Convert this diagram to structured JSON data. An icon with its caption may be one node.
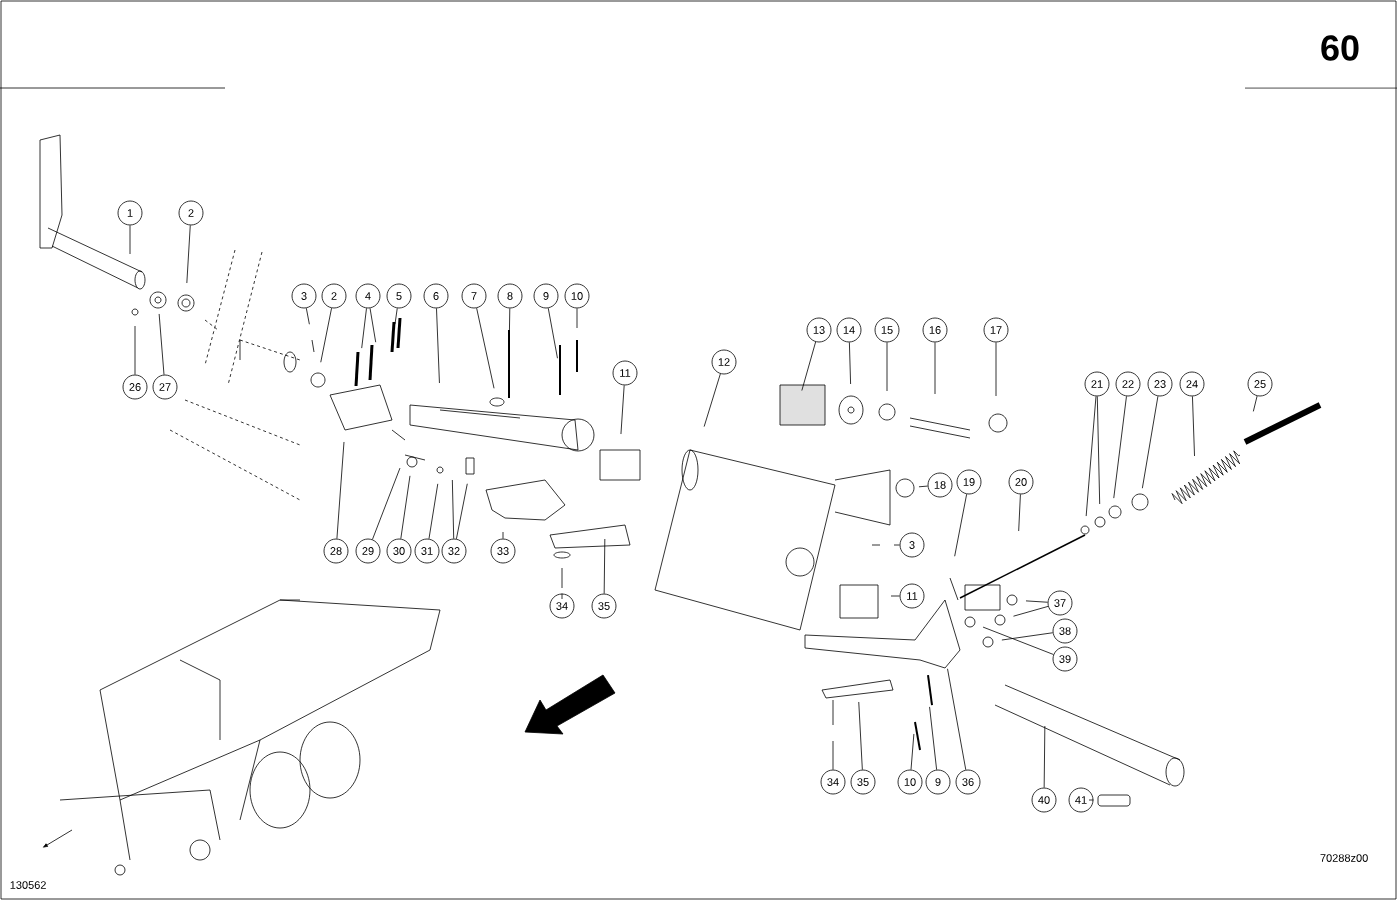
{
  "diagram": {
    "nodes": [
      {
        "text": [
          "1"
        ]
      },
      {
        "text": [
          "2"
        ]
      },
      {
        "text": [
          "3"
        ]
      },
      {
        "text": [
          "2"
        ]
      },
      {
        "text": [
          "4"
        ]
      },
      {
        "text": [
          "5"
        ]
      },
      {
        "text": [
          "6"
        ]
      },
      {
        "text": [
          "7"
        ]
      },
      {
        "text": [
          "8"
        ]
      },
      {
        "text": [
          "9"
        ]
      },
      {
        "text": [
          "10"
        ]
      },
      {
        "text": [
          "13"
        ]
      },
      {
        "text": [
          "14"
        ]
      },
      {
        "text": [
          "15"
        ]
      },
      {
        "text": [
          "16"
        ]
      },
      {
        "text": [
          "17"
        ]
      },
      {
        "text": [
          "12"
        ]
      },
      {
        "text": [
          "11"
        ]
      },
      {
        "text": [
          "26"
        ]
      },
      {
        "text": [
          "27"
        ]
      },
      {
        "text": [
          "21"
        ]
      },
      {
        "text": [
          "22"
        ]
      },
      {
        "text": [
          "23"
        ]
      },
      {
        "text": [
          "24"
        ]
      },
      {
        "text": [
          "25"
        ]
      },
      {
        "text": [
          "18"
        ]
      },
      {
        "text": [
          "19"
        ]
      },
      {
        "text": [
          "20"
        ]
      },
      {
        "text": [
          "28"
        ]
      },
      {
        "text": [
          "29"
        ]
      },
      {
        "text": [
          "30"
        ]
      },
      {
        "text": [
          "31"
        ]
      },
      {
        "text": [
          "32"
        ]
      },
      {
        "text": [
          "33"
        ]
      },
      {
        "text": [
          "3"
        ]
      },
      {
        "text": [
          "11"
        ]
      },
      {
        "text": [
          "34"
        ]
      },
      {
        "text": [
          "35"
        ]
      },
      {
        "text": [
          "37"
        ]
      },
      {
        "text": [
          "38"
        ]
      },
      {
        "text": [
          "39"
        ]
      },
      {
        "text": [
          "34"
        ]
      },
      {
        "text": [
          "35"
        ]
      },
      {
        "text": [
          "10"
        ]
      },
      {
        "text": [
          "9"
        ]
      },
      {
        "text": [
          "36"
        ]
      },
      {
        "text": [
          "40"
        ]
      },
      {
        "text": [
          "41"
        ]
      }
    ],
    "edges": [
      {
        "from": 0,
        "to": null,
        "arrow": "none"
      },
      {
        "from": 1,
        "to": null,
        "arrow": "none"
      },
      {
        "from": 2,
        "to": null,
        "arrow": "none"
      },
      {
        "from": 3,
        "to": null,
        "arrow": "none"
      },
      {
        "from": 4,
        "to": null,
        "arrow": "none"
      },
      {
        "from": 4,
        "to": null,
        "arrow": "none"
      },
      {
        "from": 5,
        "to": null,
        "arrow": "none"
      },
      {
        "from": 6,
        "to": null,
        "arrow": "none"
      },
      {
        "from": 7,
        "to": null,
        "arrow": "none"
      },
      {
        "from": 8,
        "to": null,
        "arrow": "none"
      },
      {
        "from": 9,
        "to": null,
        "arrow": "none"
      },
      {
        "from": 10,
        "to": null,
        "arrow": "none"
      },
      {
        "from": 11,
        "to": null,
        "arrow": "none"
      },
      {
        "from": 12,
        "to": null,
        "arrow": "none"
      },
      {
        "from": 13,
        "to": null,
        "arrow": "none"
      },
      {
        "from": 14,
        "to": null,
        "arrow": "none"
      },
      {
        "from": 15,
        "to": null,
        "arrow": "none"
      },
      {
        "from": 16,
        "to": null,
        "arrow": "none"
      },
      {
        "from": 17,
        "to": null,
        "arrow": "none"
      },
      {
        "from": 18,
        "to": null,
        "arrow": "none"
      },
      {
        "from": 19,
        "to": null,
        "arrow": "none"
      },
      {
        "from": 20,
        "to": null,
        "arrow": "none"
      },
      {
        "from": 20,
        "to": null,
        "arrow": "none"
      },
      {
        "from": 21,
        "to": null,
        "arrow": "none"
      },
      {
        "from": 22,
        "to": null,
        "arrow": "none"
      },
      {
        "from": 23,
        "to": null,
        "arrow": "none"
      },
      {
        "from": 24,
        "to": null,
        "arrow": "none"
      },
      {
        "from": 25,
        "to": null,
        "arrow": "none"
      },
      {
        "from": 26,
        "to": null,
        "arrow": "none"
      },
      {
        "from": 27,
        "to": null,
        "arrow": "none"
      },
      {
        "from": 28,
        "to": null,
        "arrow": "none"
      },
      {
        "from": 29,
        "to": null,
        "arrow": "none"
      },
      {
        "from": 30,
        "to": null,
        "arrow": "none"
      },
      {
        "from": 31,
        "to": null,
        "arrow": "none"
      },
      {
        "from": 32,
        "to": null,
        "arrow": "none"
      },
      {
        "from": 32,
        "to": null,
        "arrow": "none"
      },
      {
        "from": 33,
        "to": null,
        "arrow": "none"
      },
      {
        "from": 34,
        "to": null,
        "arrow": "none"
      },
      {
        "from": 35,
        "to": null,
        "arrow": "none"
      },
      {
        "from": 36,
        "to": null,
        "arrow": "none"
      },
      {
        "from": 37,
        "to": null,
        "arrow": "none"
      },
      {
        "from": 38,
        "to": null,
        "arrow": "none"
      },
      {
        "from": 38,
        "to": null,
        "arrow": "none"
      },
      {
        "from": 39,
        "to": null,
        "arrow": "none"
      },
      {
        "from": 40,
        "to": null,
        "arrow": "none"
      },
      {
        "from": 41,
        "to": null,
        "arrow": "none"
      },
      {
        "from": 42,
        "to": null,
        "arrow": "none"
      },
      {
        "from": 43,
        "to": null,
        "arrow": "none"
      },
      {
        "from": 44,
        "to": null,
        "arrow": "none"
      },
      {
        "from": 45,
        "to": null,
        "arrow": "none"
      },
      {
        "from": 46,
        "to": null,
        "arrow": "none"
      },
      {
        "from": 47,
        "to": null,
        "arrow": "none"
      }
    ],
    "labels": [
      "60",
      "70288z00",
      "130562"
    ]
  }
}
